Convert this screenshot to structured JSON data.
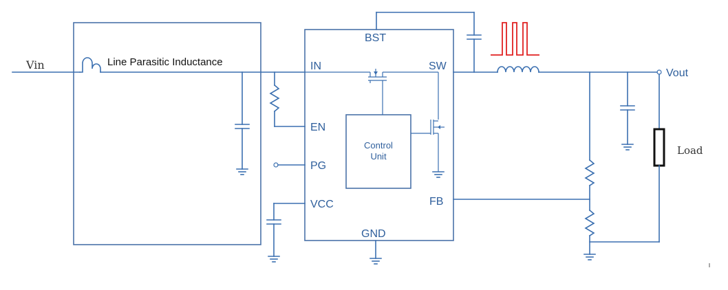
{
  "diagram": {
    "vin_label": "Vin",
    "vout_label": "Vout",
    "load_label": "Load",
    "parasitic_label": "Line Parasitic Inductance",
    "control_unit_line1": "Control",
    "control_unit_line2": "Unit",
    "pins": {
      "bst": "BST",
      "in": "IN",
      "sw": "SW",
      "en": "EN",
      "pg": "PG",
      "vcc": "VCC",
      "fb": "FB",
      "gnd": "GND"
    },
    "colors": {
      "wire": "#3a6fb0",
      "pulse": "#e02020",
      "label": "#2f5f9c"
    }
  }
}
